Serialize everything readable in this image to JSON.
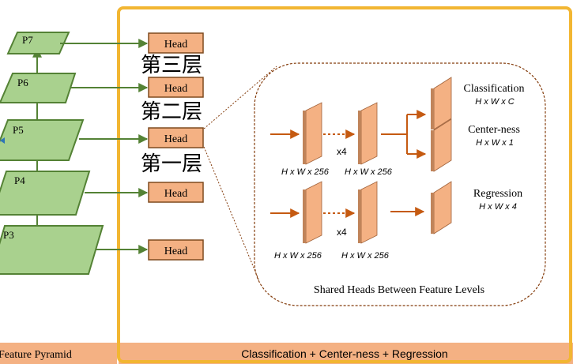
{
  "pyramid": {
    "levels": [
      "P7",
      "P6",
      "P5",
      "P4",
      "P3"
    ],
    "footer_label": "Feature Pyramid"
  },
  "heads": {
    "label": "Head",
    "count": 5,
    "annotations": [
      "第三层",
      "第二层",
      "第一层"
    ]
  },
  "detail": {
    "footer_label": "Classification + Center-ness + Regression",
    "caption": "Shared Heads Between Feature Levels",
    "repeat_label": "x4",
    "top_branch": {
      "dims_input": "H x W x 256",
      "dims_after": "H x W x 256"
    },
    "bottom_branch": {
      "dims_input": "H x W x 256",
      "dims_after": "H x W x 256"
    },
    "outputs": [
      {
        "title": "Classification",
        "dims": "H x W x C"
      },
      {
        "title": "Center-ness",
        "dims": "H x W x 1"
      },
      {
        "title": "Regression",
        "dims": "H x W x 4"
      }
    ]
  },
  "colors": {
    "frame": "#F2B632",
    "footer_bar": "#F4B183",
    "head_fill": "#F4B183",
    "head_border": "#7F4A1F",
    "level_fill": "#A9D18E",
    "level_border": "#548235",
    "feature_map_front": "#C0845A",
    "feature_map_side": "#F4B183",
    "arrow_orange": "#C55A11",
    "dashed_outline": "#843C0C"
  }
}
